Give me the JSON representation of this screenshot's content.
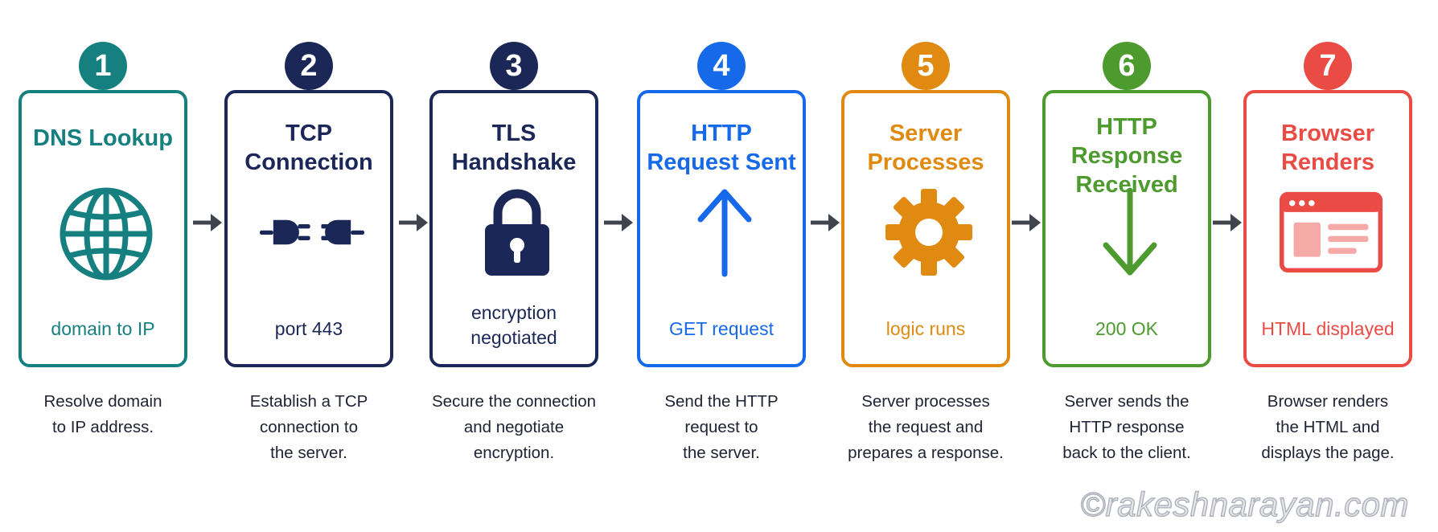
{
  "steps": [
    {
      "number": "1",
      "title_lines": [
        "DNS Lookup"
      ],
      "icon": "globe-icon",
      "subtitle_lines": [
        "domain to IP"
      ],
      "description_lines": [
        "Resolve domain",
        "to IP address."
      ],
      "color": "#167f80"
    },
    {
      "number": "2",
      "title_lines": [
        "TCP",
        "Connection"
      ],
      "icon": "plug-icon",
      "subtitle_lines": [
        "port 443"
      ],
      "description_lines": [
        "Establish a TCP",
        "connection to",
        "the server."
      ],
      "color": "#1b2857"
    },
    {
      "number": "3",
      "title_lines": [
        "TLS",
        "Handshake"
      ],
      "icon": "lock-icon",
      "subtitle_lines": [
        "encryption",
        "negotiated"
      ],
      "description_lines": [
        "Secure the connection",
        "and negotiate",
        "encryption."
      ],
      "color": "#1b2857"
    },
    {
      "number": "4",
      "title_lines": [
        "HTTP",
        "Request Sent"
      ],
      "icon": "arrow-up-icon",
      "subtitle_lines": [
        "GET request"
      ],
      "description_lines": [
        "Send the HTTP",
        "request to",
        "the server."
      ],
      "color": "#1669e8"
    },
    {
      "number": "5",
      "title_lines": [
        "Server",
        "Processes"
      ],
      "icon": "gear-icon",
      "subtitle_lines": [
        "logic runs"
      ],
      "description_lines": [
        "Server processes",
        "the request and",
        "prepares a response."
      ],
      "color": "#e08a12"
    },
    {
      "number": "6",
      "title_lines": [
        "HTTP",
        "Response",
        "Received"
      ],
      "icon": "arrow-down-icon",
      "subtitle_lines": [
        "200 OK"
      ],
      "description_lines": [
        "Server sends the",
        "HTTP response",
        "back to the client."
      ],
      "color": "#4d9a2e"
    },
    {
      "number": "7",
      "title_lines": [
        "Browser",
        "Renders"
      ],
      "icon": "browser-window-icon",
      "subtitle_lines": [
        "HTML displayed"
      ],
      "description_lines": [
        "Browser renders",
        "the HTML and",
        "displays the page."
      ],
      "color": "#ea4b45"
    }
  ],
  "connector_color": "#3f444d",
  "watermark": "©rakeshnarayan.com"
}
